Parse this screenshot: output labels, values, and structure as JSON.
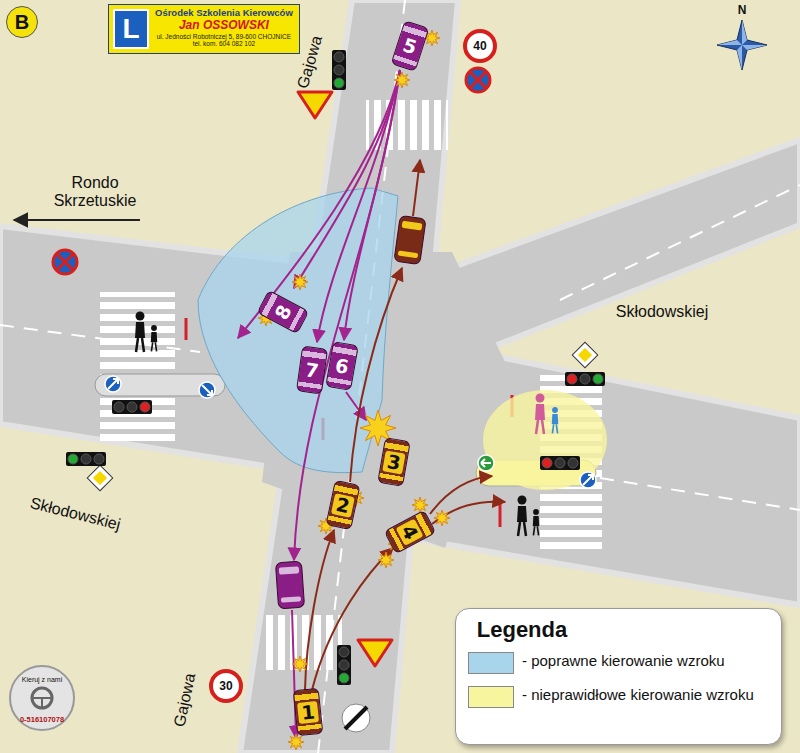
{
  "diagram": {
    "nodes": [
      {
        "text": [
          "B"
        ]
      },
      {
        "text": [
          "Ośrodek Szkolenia Kierowców",
          "Jan OSSOWSKI",
          "ul. Jedności Robotniczej 5, 89-600 CHOJNICE",
          "tel. kom. 604 082 102"
        ]
      },
      {
        "text": [
          "L"
        ],
        "in": 1
      },
      {
        "text": [
          "5"
        ]
      },
      {
        "text": [
          "40"
        ]
      },
      {
        "text": [
          "8"
        ]
      },
      {
        "text": [
          "7"
        ]
      },
      {
        "text": [
          "6"
        ]
      },
      {
        "text": [
          "3"
        ]
      },
      {
        "text": [
          "2"
        ]
      },
      {
        "text": [
          "4"
        ]
      },
      {
        "text": [
          "30"
        ]
      },
      {
        "text": [
          "1"
        ]
      }
    ],
    "labels": [
      "Gajowa",
      "Rondo Skrzetuskie",
      "Skłodowskiej",
      "Skłodowskiej",
      "Gajowa",
      "N",
      "Legenda",
      "Kieruj z nami",
      "0-516107078"
    ],
    "legend": [
      {
        "text": "- poprawne kierowanie wzroku",
        "color": "#a8d4ec"
      },
      {
        "text": "- nieprawidłowe kierowanie wzroku",
        "color": "#f7f59e"
      }
    ]
  }
}
